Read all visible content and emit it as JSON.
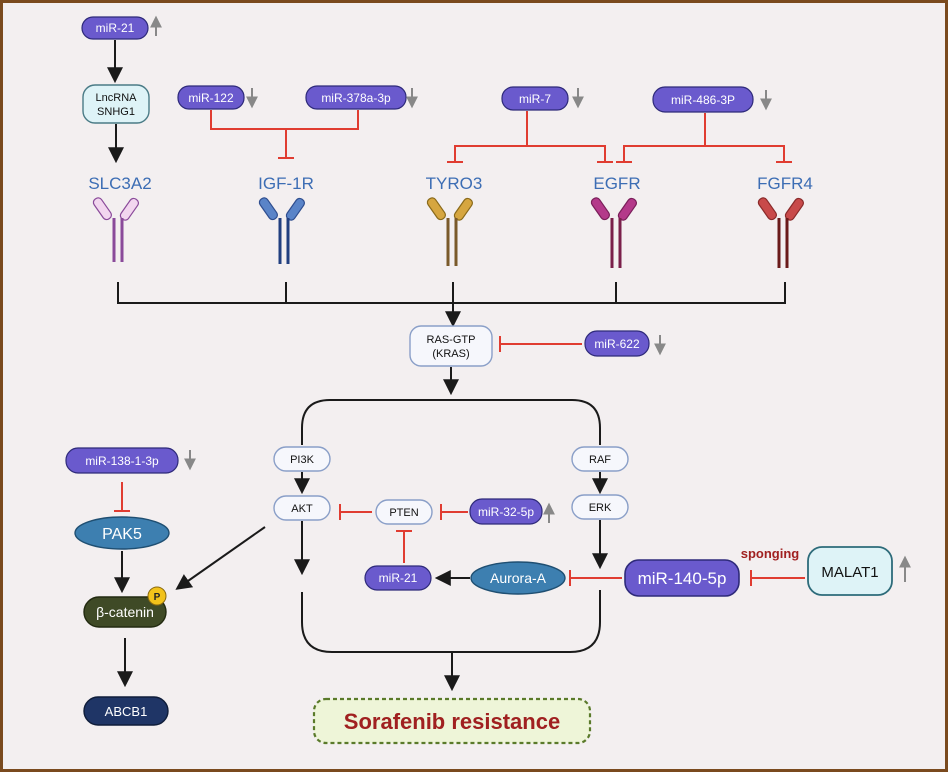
{
  "mirnas": {
    "mir21_top": "miR-21",
    "mir122": "miR-122",
    "mir378": "miR-378a-3p",
    "mir7": "miR-7",
    "mir486": "miR-486-3P",
    "mir622": "miR-622",
    "mir138": "miR-138-1-3p",
    "mir32": "miR-32-5p",
    "mir21_mid": "miR-21",
    "mir140": "miR-140-5p"
  },
  "nodes": {
    "lncrna": [
      "LncRNA",
      "SNHG1"
    ],
    "ras": [
      "RAS-GTP",
      "(KRAS)"
    ],
    "pi3k": "PI3K",
    "akt": "AKT",
    "pten": "PTEN",
    "raf": "RAF",
    "erk": "ERK",
    "aurora": "Aurora-A",
    "malat1": "MALAT1",
    "pak5": "PAK5",
    "catenin": "β-catenin",
    "phospho": "P",
    "abcb1": "ABCB1"
  },
  "receptors": [
    "SLC3A2",
    "IGF-1R",
    "TYRO3",
    "EGFR",
    "FGFR4"
  ],
  "labels": {
    "sponging": "sponging",
    "outcome": "Sorafenib resistance"
  },
  "colors": {
    "frame": "#7a4a1e",
    "mirna_fill": "#6a5acd",
    "inhibit": "#e03c31",
    "arrow": "#1a1a1a",
    "receptor_text": "#3c6db4",
    "outcome_text": "#a02020"
  }
}
